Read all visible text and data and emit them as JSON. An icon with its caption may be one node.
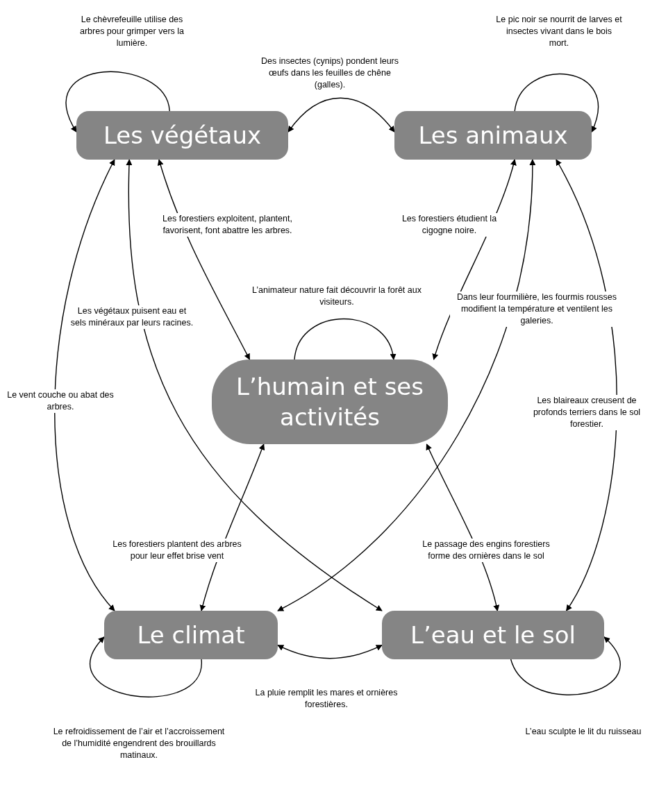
{
  "diagram": {
    "nodes": [
      {
        "text": [
          "Les végétaux"
        ]
      },
      {
        "text": [
          "Les animaux"
        ]
      },
      {
        "text": [
          "L’humain et ses activités"
        ]
      },
      {
        "text": [
          "Le climat"
        ]
      },
      {
        "text": [
          "L’eau et le sol"
        ]
      }
    ],
    "edges": [
      {
        "from": 0,
        "to": 0,
        "arrow": "to",
        "label": "Le chèvrefeuille utilise des arbres pour grimper vers la lumière."
      },
      {
        "from": 1,
        "to": 1,
        "arrow": "to",
        "label": "Le pic noir se nourrit de larves et insectes vivant dans le bois mort."
      },
      {
        "from": 0,
        "to": 1,
        "arrow": "both",
        "label": "Des insectes (cynips) pondent leurs œufs dans les feuilles de chêne (galles)."
      },
      {
        "from": 0,
        "to": 2,
        "arrow": "both",
        "label": "Les forestiers exploitent, plantent, favorisent, font abattre les arbres."
      },
      {
        "from": 1,
        "to": 2,
        "arrow": "both",
        "label": "Les forestiers étudient la cigogne noire."
      },
      {
        "from": 2,
        "to": 2,
        "arrow": "to",
        "label": "L’animateur nature fait découvrir la forêt aux visiteurs."
      },
      {
        "from": 0,
        "to": 3,
        "arrow": "both",
        "label": "Le vent couche ou abat des arbres."
      },
      {
        "from": 0,
        "to": 4,
        "arrow": "both",
        "label": "Les végétaux puisent eau et sels minéraux par leurs racines."
      },
      {
        "from": 1,
        "to": 3,
        "arrow": "both",
        "label": "Dans leur fourmilière, les fourmis rousses modifient la température et ventilent les galeries."
      },
      {
        "from": 1,
        "to": 4,
        "arrow": "both",
        "label": "Les blaireaux creusent de profonds terriers dans le sol forestier."
      },
      {
        "from": 2,
        "to": 3,
        "arrow": "both",
        "label": "Les forestiers plantent des arbres pour leur effet brise vent"
      },
      {
        "from": 2,
        "to": 4,
        "arrow": "both",
        "label": "Le passage des engins forestiers forme des ornières dans le sol"
      },
      {
        "from": 3,
        "to": 4,
        "arrow": "both",
        "label": "La pluie remplit les mares et ornières forestières."
      },
      {
        "from": 3,
        "to": 3,
        "arrow": "to",
        "label": "Le refroidissement de l’air et l’accroissement de l’humidité engendrent des brouillards matinaux."
      },
      {
        "from": 4,
        "to": 4,
        "arrow": "to",
        "label": "L’eau sculpte le lit du ruisseau"
      }
    ]
  }
}
